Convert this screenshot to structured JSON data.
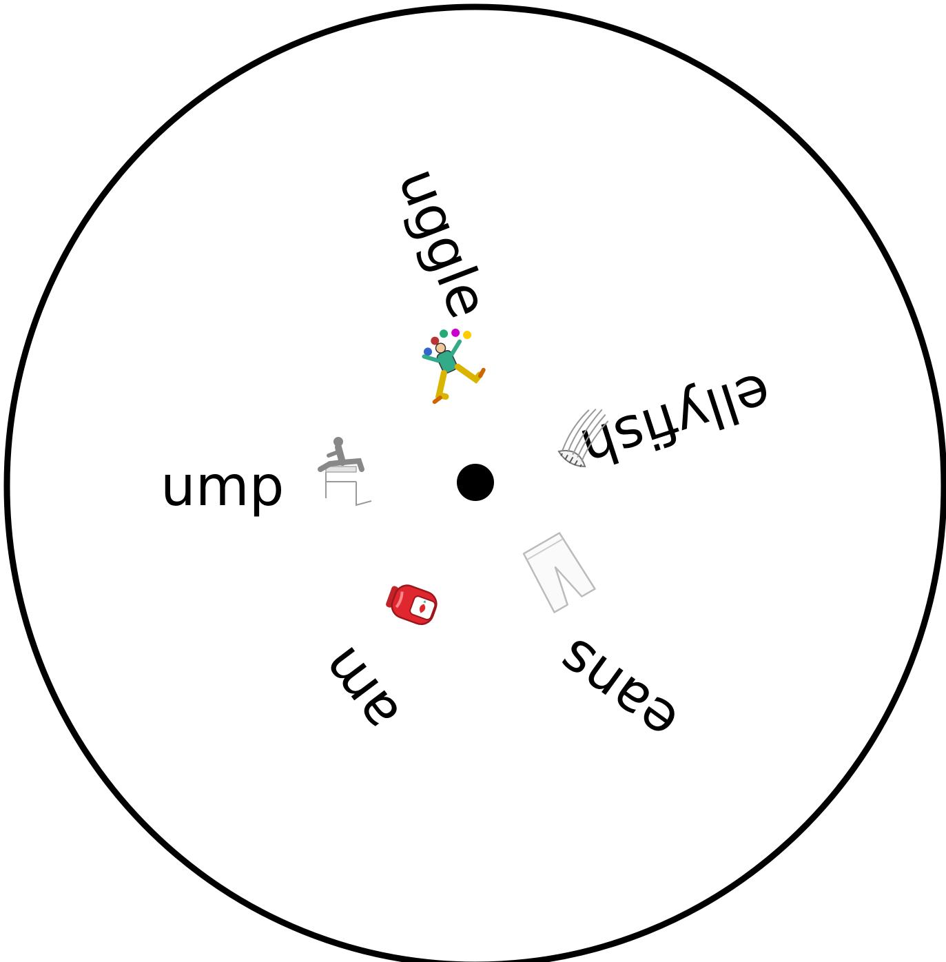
{
  "wheel": {
    "center_dot_color": "#000000",
    "outline_color": "#000000",
    "segments": [
      {
        "word": "uggle",
        "picture": "juggler-icon"
      },
      {
        "word": "ellyfish",
        "picture": "jellyfish-icon"
      },
      {
        "word": "eans",
        "picture": "jeans-icon"
      },
      {
        "word": "am",
        "picture": "jam-jar-icon"
      },
      {
        "word": "ump",
        "picture": "jumping-hurdler-icon"
      }
    ]
  }
}
